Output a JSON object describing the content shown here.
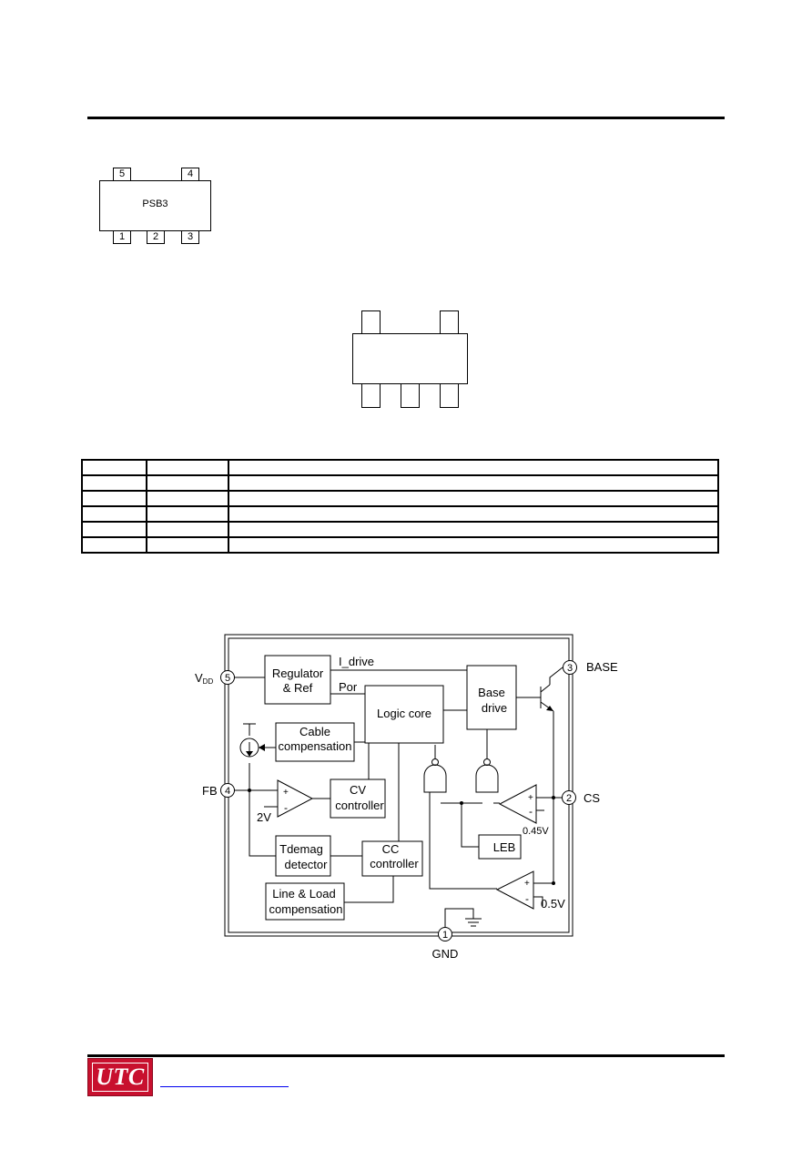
{
  "package_marking": {
    "part": "PSB3",
    "top_pins": [
      "5",
      "4"
    ],
    "bottom_pins": [
      "1",
      "2",
      "3"
    ]
  },
  "pin_table": {
    "rows": [
      [
        "",
        "",
        ""
      ],
      [
        "",
        "",
        ""
      ],
      [
        "",
        "",
        ""
      ],
      [
        "",
        "",
        ""
      ],
      [
        "",
        "",
        ""
      ],
      [
        "",
        "",
        ""
      ]
    ]
  },
  "block_diagram": {
    "pins": {
      "vdd": {
        "number": "5",
        "label": "V",
        "sub": "DD"
      },
      "fb": {
        "number": "4",
        "label": "FB"
      },
      "base": {
        "number": "3",
        "label": "BASE"
      },
      "cs": {
        "number": "2",
        "label": "CS"
      },
      "gnd": {
        "number": "1",
        "label": "GND"
      }
    },
    "blocks": {
      "regulator": [
        "Regulator",
        "& Ref"
      ],
      "logic_core": "Logic core",
      "base_drive": [
        "Base",
        "drive"
      ],
      "cable_comp": [
        "Cable",
        "compensation"
      ],
      "cv_controller": [
        "CV",
        "controller"
      ],
      "tdemag": [
        "Tdemag",
        "detector"
      ],
      "cc_controller": [
        "CC",
        "controller"
      ],
      "line_load": [
        "Line & Load",
        "compensation"
      ],
      "leb": "LEB"
    },
    "signals": {
      "i_drive": "I_drive",
      "por": "Por",
      "ref_2v": "2V",
      "ref_045v": "0.45V",
      "ref_05v": "0.5V",
      "plus": "+",
      "minus": "-"
    }
  },
  "footer": {
    "logo": "UTC"
  }
}
